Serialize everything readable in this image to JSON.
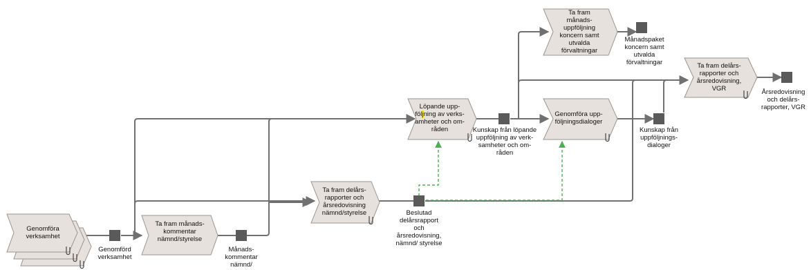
{
  "colors": {
    "process_fill": "#e6e1dc",
    "process_stroke": "#9a9590",
    "line": "#707070",
    "node": "#5a5a5a",
    "dashed": "#4caf50",
    "highlight": "#f2e640"
  },
  "processes": {
    "genomfora": "Genomföra\nverksamhet",
    "manadskommentar": "Ta fram månads-\nkommentar\nnämnd/styrelse",
    "delars_namnd": "Ta fram delårs-\nrapporter och\nårsredovisning\nnämnd/styrelse",
    "lopande_a": "Löpande upp-\nföl",
    "lopande_hl": "j",
    "lopande_b": "ning av verks-\namheter och om-\nråden",
    "manadsuppfoljning": "Ta fram\nmånads-\nuppföljning\nkoncern samt\nutvalda\nförvaltningar",
    "dialoger": "Genomföra upp-\nföljningsdialoger",
    "delars_vgr": "Ta fram delårs-\nrapporter och\nårsredovisning,\nVGR"
  },
  "outputs": {
    "genomford": "Genomförd\nverksamhet",
    "manadskommentar": "Månads-\nkommentar\nnämnd/",
    "beslutad": "Beslutad\ndelårsrapport\noch\nårsredovisning,\nnämnd/ styrelse",
    "kunskap_lopande": "Kunskap från löpande\nuppföljning av verk-\nsamheter och om-\nråden",
    "manadspaket": "Månadspaket\nkoncern samt\nutvalda\nförvaltningar",
    "kunskap_dialog": "Kunskap från\nuppföljnings-\ndialoger",
    "arsredovisning_vgr": "Årsredovisning\noch delårs-\nrapporter, VGR"
  }
}
